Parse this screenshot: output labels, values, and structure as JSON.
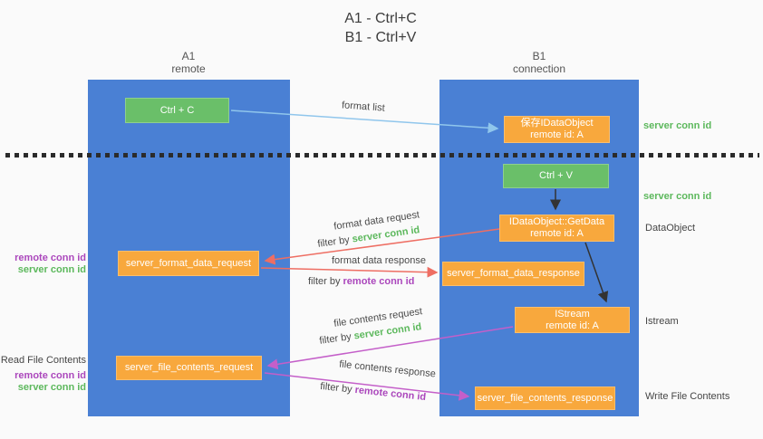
{
  "title": {
    "line1": "A1 - Ctrl+C",
    "line2": "B1 - Ctrl+V"
  },
  "lanes": {
    "left": {
      "name": "A1",
      "role": "remote"
    },
    "right": {
      "name": "B1",
      "role": "connection"
    }
  },
  "boxes": {
    "ctrl_c": {
      "label": "Ctrl + C"
    },
    "save_dataobject": {
      "line1": "保存IDataObject",
      "line2": "remote id: A"
    },
    "ctrl_v": {
      "label": "Ctrl + V"
    },
    "getdata": {
      "line1": "IDataObject::GetData",
      "line2": "remote id: A"
    },
    "format_request": {
      "label": "server_format_data_request"
    },
    "format_response": {
      "label": "server_format_data_response"
    },
    "istream": {
      "line1": "IStream",
      "line2": "remote id: A"
    },
    "file_request": {
      "label": "server_file_contents_request"
    },
    "file_response": {
      "label": "server_file_contents_response"
    }
  },
  "annotations": {
    "format_list": "format list",
    "format_data_request": "format data request",
    "format_data_response": "format data response",
    "file_contents_request": "file contents request",
    "file_contents_response": "file contents response",
    "filter_by": "filter by",
    "server_conn_id": "server conn id",
    "remote_conn_id": "remote conn id",
    "dataobject": "DataObject",
    "istream": "Istream",
    "read_file_contents": "Read File Contents",
    "write_file_contents": "Write File Contents"
  },
  "colors": {
    "lane_blue": "#4a80d4",
    "box_green": "#6abf69",
    "box_orange": "#f8a83d",
    "label_green": "#5cb85c",
    "label_purple": "#ab47bc",
    "arrow_red": "#ee6e63",
    "arrow_pink": "#c45fc9",
    "arrow_lightblue": "#90c6ec",
    "arrow_black": "#333333",
    "separator_black": "#2b2b2b"
  }
}
